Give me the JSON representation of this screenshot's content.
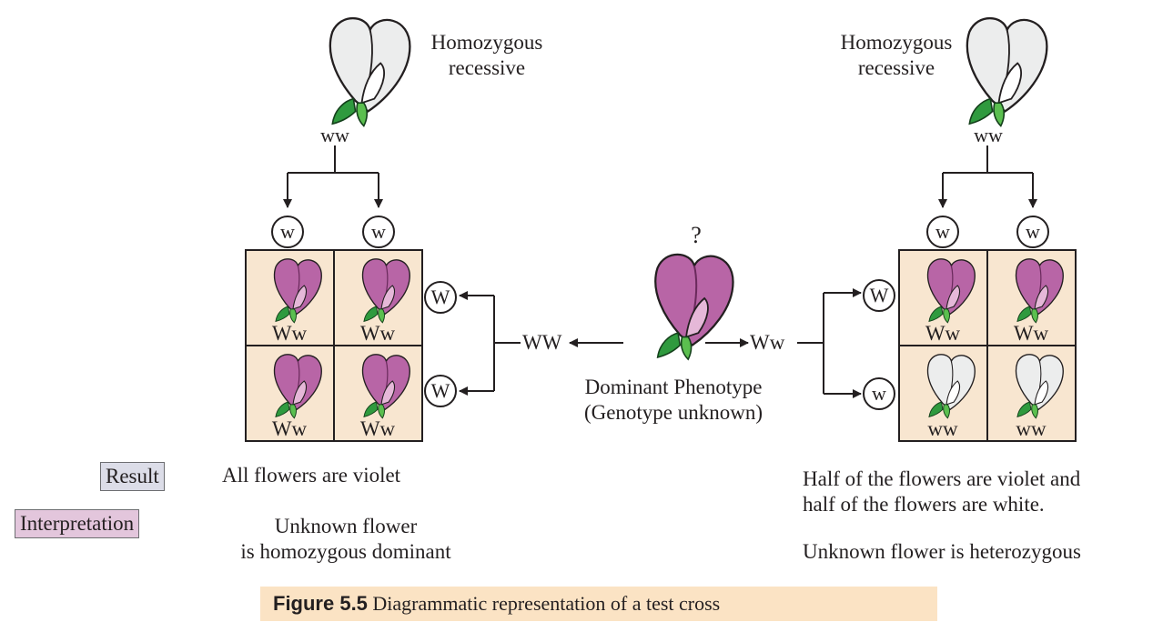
{
  "colors": {
    "punnett_bg": "#f8e6d0",
    "violet_petal": "#b865a6",
    "violet_dark": "#6a2a5c",
    "white_petal": "#eceded",
    "leaf_green": "#3aa843",
    "result_label_bg": "#dcdde8",
    "interp_label_bg": "#e3c6dc",
    "caption_bg": "#fbe3c4"
  },
  "left_parent": {
    "label_line1": "Homozygous",
    "label_line2": "recessive",
    "genotype": "ww",
    "gametes": [
      "w",
      "w"
    ]
  },
  "right_parent": {
    "label_line1": "Homozygous",
    "label_line2": "recessive",
    "genotype": "ww",
    "gametes": [
      "w",
      "w"
    ]
  },
  "unknown": {
    "question": "?",
    "line1": "Dominant Phenotype",
    "line2": "(Genotype unknown)",
    "left_genotype": "WW",
    "right_genotype": "Ww"
  },
  "left_cross": {
    "gametes": [
      "W",
      "W"
    ],
    "offspring": [
      {
        "genotype": "Ww",
        "color": "violet"
      },
      {
        "genotype": "Ww",
        "color": "violet"
      },
      {
        "genotype": "Ww",
        "color": "violet"
      },
      {
        "genotype": "Ww",
        "color": "violet"
      }
    ]
  },
  "right_cross": {
    "gametes": [
      "W",
      "w"
    ],
    "offspring": [
      {
        "genotype": "Ww",
        "color": "violet"
      },
      {
        "genotype": "Ww",
        "color": "violet"
      },
      {
        "genotype": "ww",
        "color": "white"
      },
      {
        "genotype": "ww",
        "color": "white"
      }
    ]
  },
  "labels": {
    "result": "Result",
    "interpretation": "Interpretation"
  },
  "left_result": "All flowers are violet",
  "left_interp_line1": "Unknown flower",
  "left_interp_line2": "is homozygous dominant",
  "right_result_line1": "Half of the flowers are violet and",
  "right_result_line2": "half of the flowers are white.",
  "right_interp": "Unknown flower is heterozygous",
  "caption": {
    "figure": "Figure 5.5",
    "text": "Diagrammatic representation of a test cross"
  }
}
